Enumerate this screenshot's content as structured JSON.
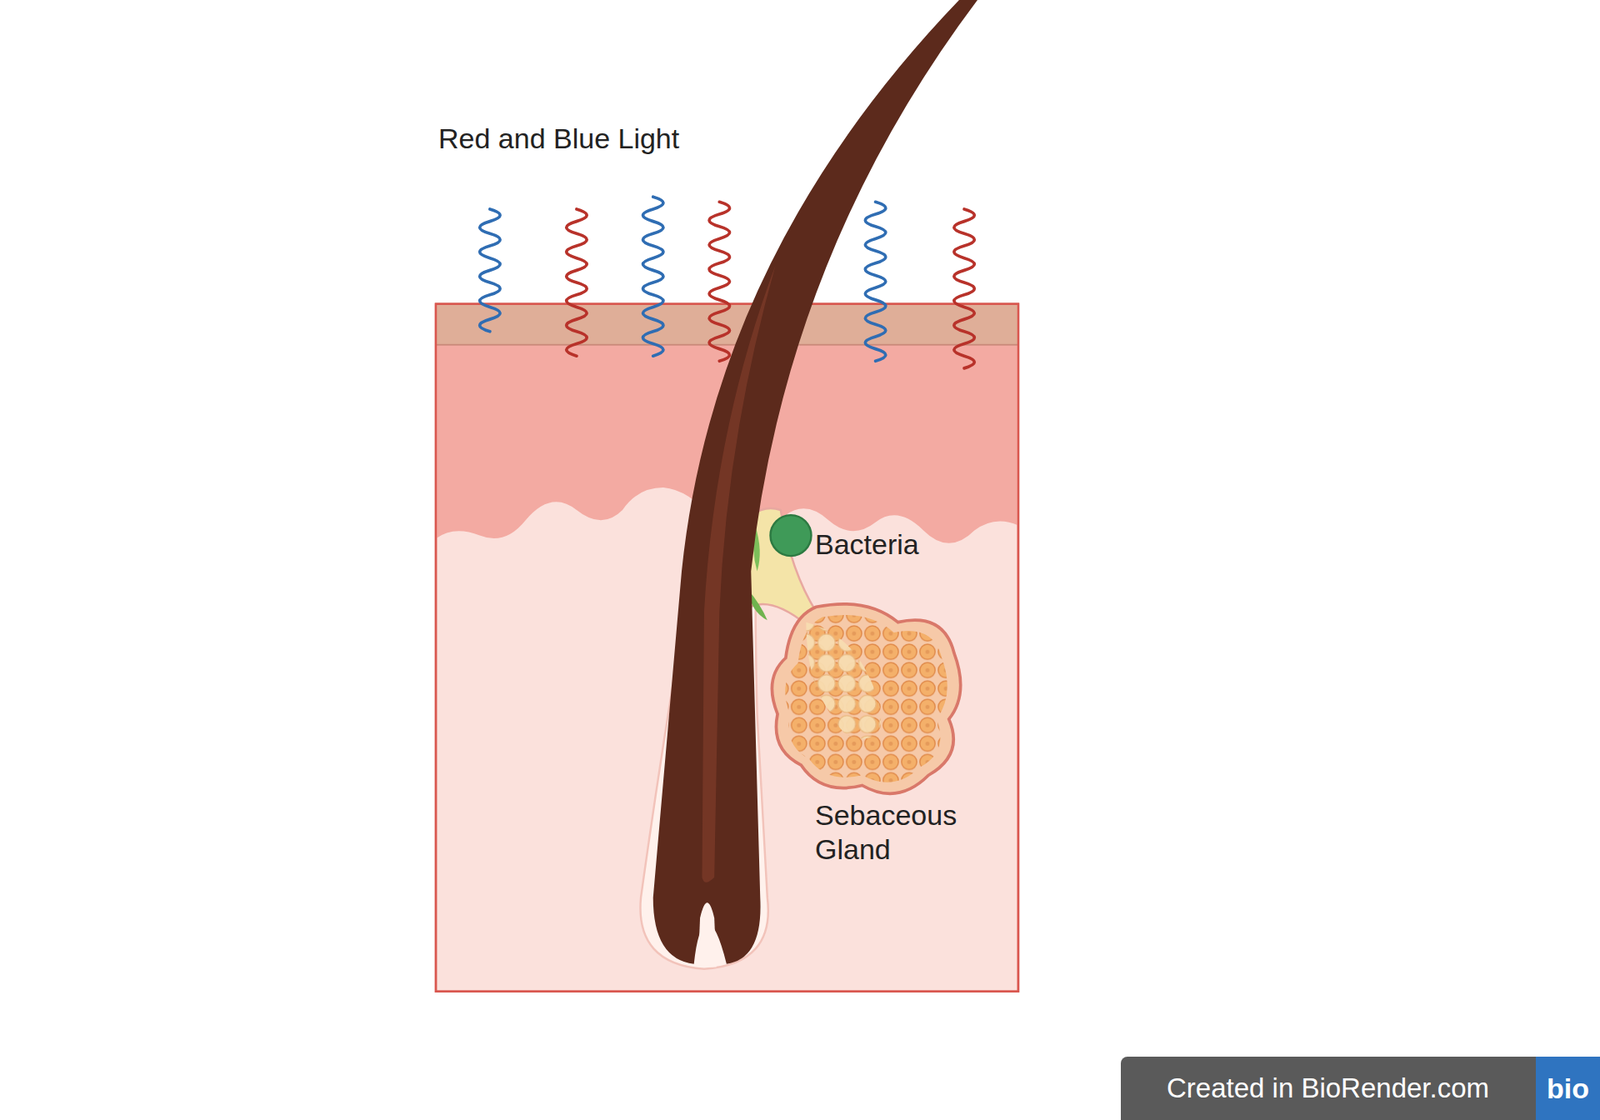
{
  "diagram": {
    "labels": [
      "Red and Blue Light",
      "Bacteria",
      "Sebaceous Gland",
      "Created in BioRender.com",
      "bio"
    ]
  }
}
